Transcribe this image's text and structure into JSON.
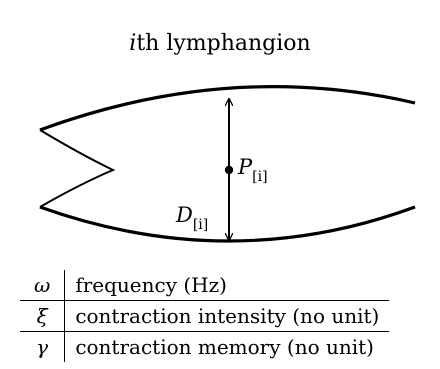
{
  "title": {
    "index": "i",
    "rest": "th lymphangion"
  },
  "labels": {
    "pressure_symbol": "P",
    "pressure_subscript": "[i]",
    "diameter_symbol": "D",
    "diameter_subscript": "[i]"
  },
  "legend": [
    {
      "symbol": "ω",
      "description": "frequency (Hz)"
    },
    {
      "symbol": "ξ",
      "description": "contraction intensity (no unit)"
    },
    {
      "symbol": "γ",
      "description": "contraction memory (no unit)"
    }
  ]
}
